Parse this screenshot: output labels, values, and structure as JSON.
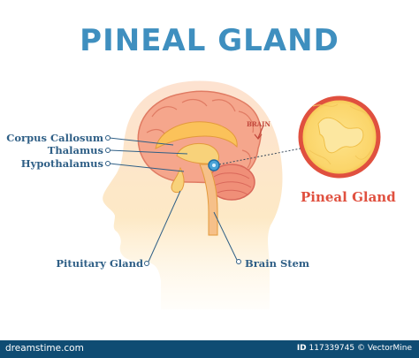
{
  "title": "PINEAL GLAND",
  "labels": {
    "corpus_callosum": "Corpus Callosum",
    "thalamus": "Thalamus",
    "hypothalamus": "Hypothalamus",
    "pituitary_gland": "Pituitary Gland",
    "brain_stem": "Brain Stem",
    "brain_tag": "BRAIN",
    "pineal_detail": "Pineal Gland"
  },
  "footer": {
    "site": "dreamstime.com",
    "id_label": "ID",
    "id_value": "117339745",
    "copyright": "© VectorMine"
  },
  "colors": {
    "title": "#3f8fbf",
    "label": "#2f5f86",
    "accent": "#e0503f",
    "footer_bg": "#0f4c73"
  }
}
